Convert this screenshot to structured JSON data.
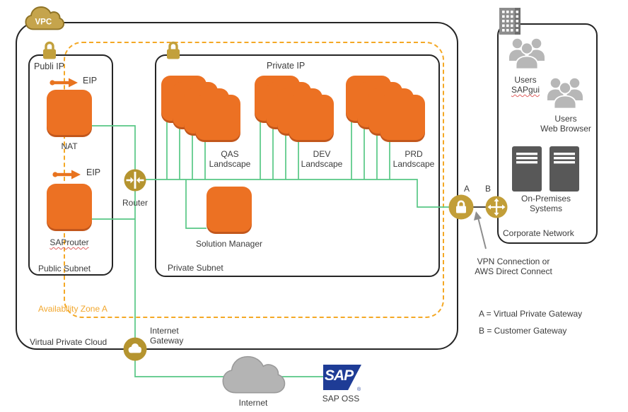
{
  "colors": {
    "aws_orange": "#EC7123",
    "orange_shadow": "#C2571C",
    "gold_icon": "#B5942F",
    "gold_lock": "#C2A03C",
    "green_line": "#57C785",
    "az_dash_orange": "#F4A825",
    "sap_blue": "#1E3C96",
    "people_gray": "#B7B7B7",
    "server_gray": "#585858",
    "text": "#3B3B3B"
  },
  "vpc": {
    "badge_label": "VPC",
    "label": "Virtual Private Cloud"
  },
  "availability_zone": {
    "label": "Availability Zone A"
  },
  "public_subnet": {
    "ip_label": "Publi IP",
    "label": "Public Subnet",
    "eip_label": "EIP",
    "nat_label": "NAT",
    "saprouter_label": "SAProuter"
  },
  "router": {
    "label": "Router"
  },
  "private_subnet": {
    "ip_label": "Private IP",
    "label": "Private Subnet",
    "landscapes": [
      {
        "line1": "QAS",
        "line2": "Landscape"
      },
      {
        "line1": "DEV",
        "line2": "Landscape"
      },
      {
        "line1": "PRD",
        "line2": "Landscape"
      }
    ],
    "solution_manager_label": "Solution Manager"
  },
  "internet_gateway": {
    "line1": "Internet",
    "line2": "Gateway"
  },
  "internet": {
    "label": "Internet"
  },
  "sap_oss": {
    "logo_text": "SAP",
    "registered_mark": "®",
    "label": "SAP OSS"
  },
  "gateway_markers": {
    "a": "A",
    "b": "B"
  },
  "vpn_note": {
    "line1": "VPN Connection or",
    "line2": "AWS Direct Connect"
  },
  "legend": {
    "a": "A = Virtual Private Gateway",
    "b": "B = Customer Gateway"
  },
  "corporate_network": {
    "label": "Corporate Network",
    "users_sapgui": {
      "line1": "Users",
      "line2": "SAPgui"
    },
    "users_web": {
      "line1": "Users",
      "line2": "Web Browser"
    },
    "on_premises": {
      "line1": "On-Premises",
      "line2": "Systems"
    }
  }
}
